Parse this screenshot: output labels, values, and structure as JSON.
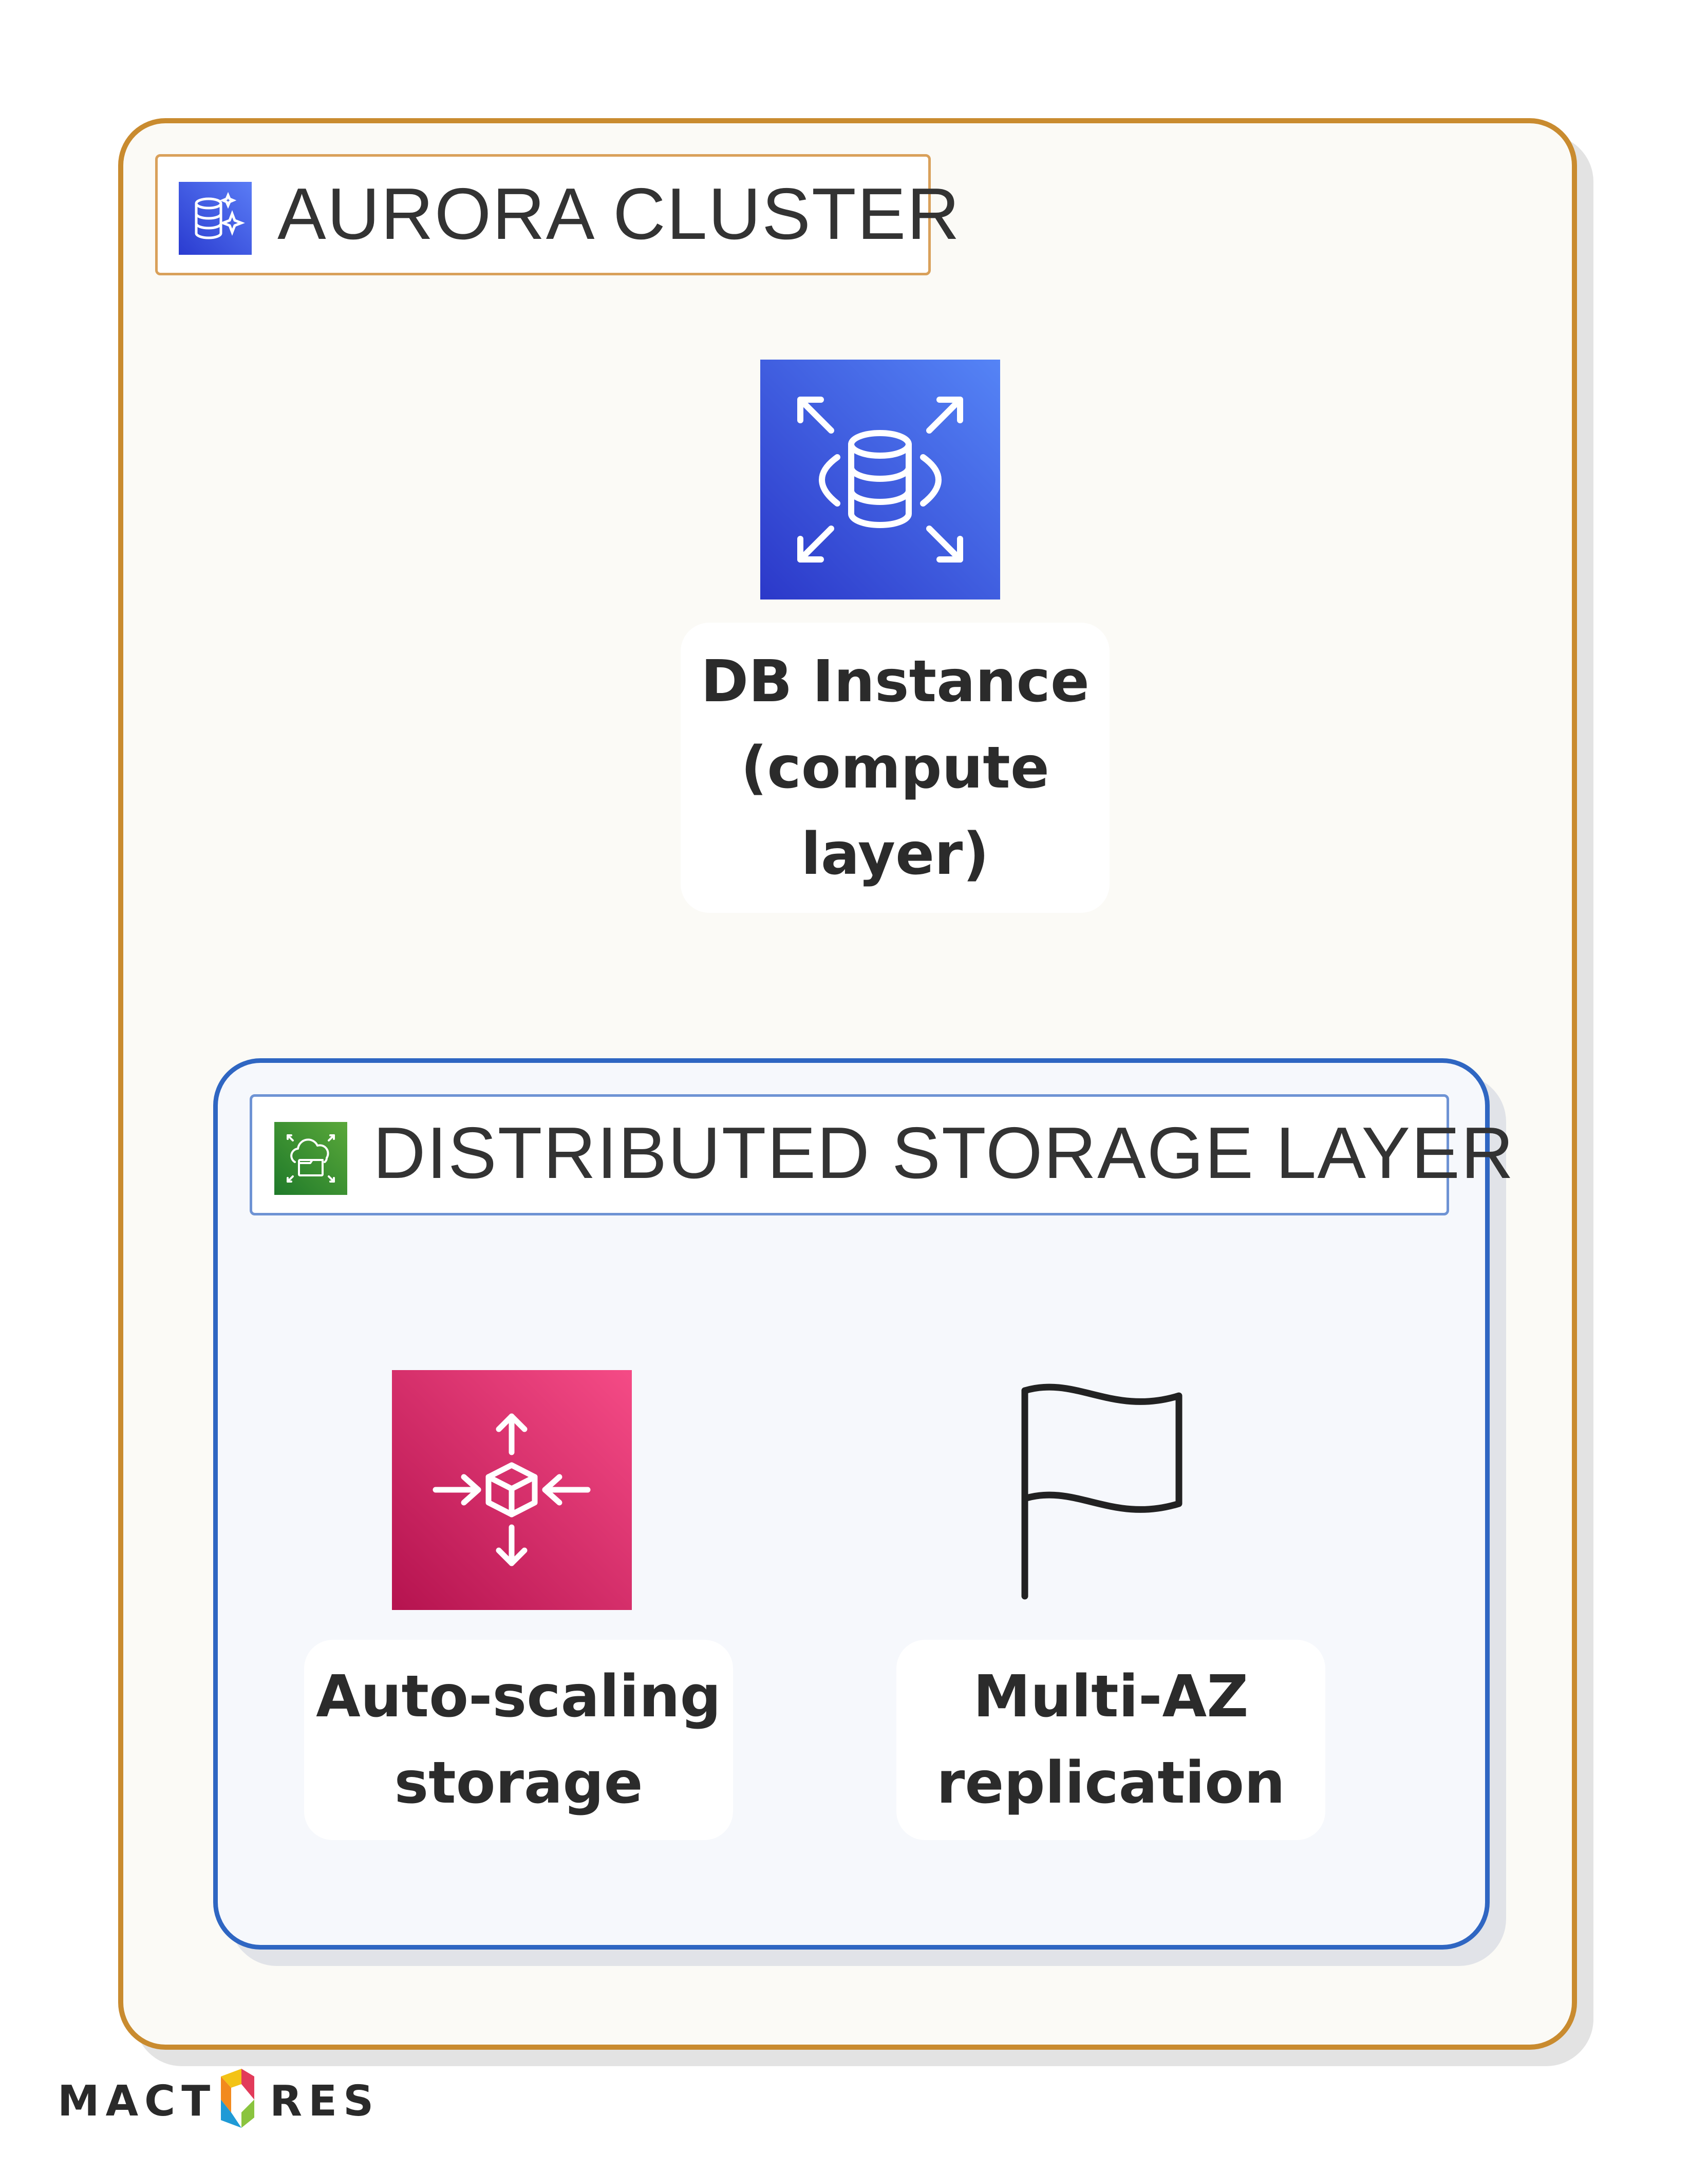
{
  "cluster": {
    "label": "AURORA CLUSTER",
    "label_icon": "aurora-database-icon",
    "border_color": "#c98b2f"
  },
  "db_instance": {
    "icon": "rds-database-icon",
    "label_lines": [
      "DB Instance",
      "(compute",
      "layer)"
    ]
  },
  "storage_layer": {
    "label": "DISTRIBUTED STORAGE LAYER",
    "label_icon": "storage-cloud-icon",
    "border_color": "#2f66c2",
    "nodes": [
      {
        "icon": "auto-scaling-icon",
        "label_lines": [
          "Auto-scaling",
          "storage"
        ]
      },
      {
        "icon": "flag-icon",
        "label_lines": [
          "Multi-AZ",
          "replication"
        ]
      }
    ]
  },
  "brand": {
    "left": "MACT",
    "right": "RES",
    "icon": "mactores-logo-icon"
  }
}
